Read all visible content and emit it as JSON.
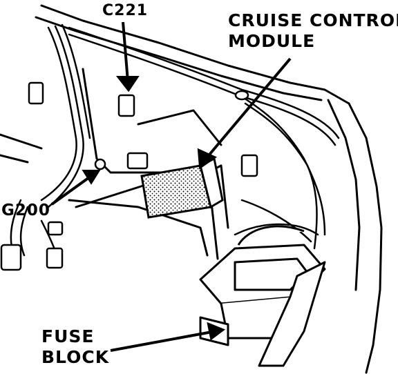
{
  "labels": {
    "c221": "C221",
    "cruise_control_module": "CRUISE CONTROL\nMODULE",
    "g200": "G200",
    "fuse_block": "FUSE\nBLOCK"
  },
  "colors": {
    "ink": "#000000",
    "paper": "#ffffff"
  }
}
